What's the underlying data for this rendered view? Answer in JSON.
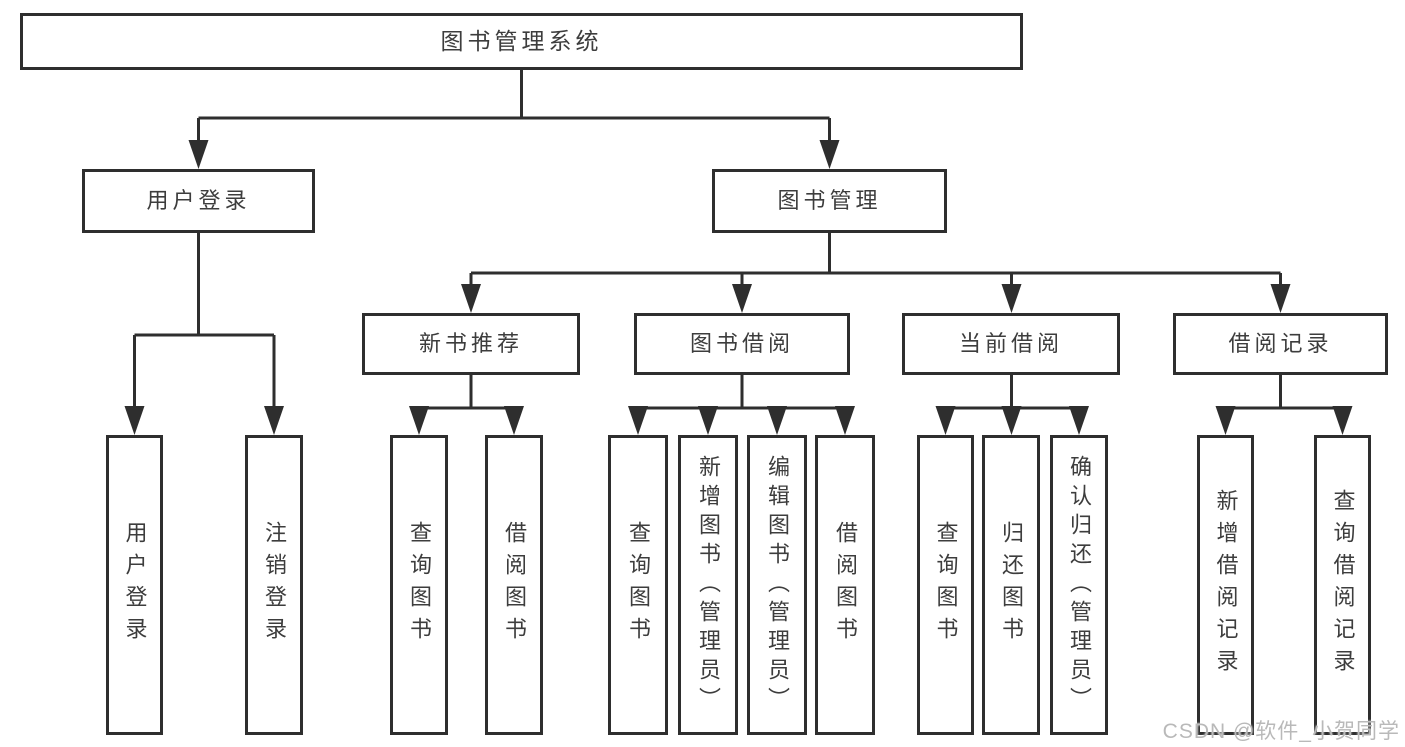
{
  "nodes": {
    "root": "图书管理系统",
    "user_login": "用户登录",
    "book_mgmt": "图书管理",
    "login_leaf": "用户登录",
    "logout_leaf": "注销登录",
    "new_book_rec": "新书推荐",
    "book_borrow": "图书借阅",
    "current_borrow": "当前借阅",
    "borrow_records": "借阅记录",
    "nbr_query": "查询图书",
    "nbr_borrow": "借阅图书",
    "bb_query": "查询图书",
    "bb_add": "新增图书（管理员）",
    "bb_edit": "编辑图书（管理员）",
    "bb_borrow": "借阅图书",
    "cb_query": "查询图书",
    "cb_return": "归还图书",
    "cb_confirm": "确认归还（管理员）",
    "br_add": "新增借阅记录",
    "br_query": "查询借阅记录"
  },
  "watermark": "CSDN @软件_小贺同学",
  "colors": {
    "line": "#2e2e2e",
    "text": "#3d3d3d",
    "watermark": "#b9b9b9",
    "background": "#ffffff"
  }
}
